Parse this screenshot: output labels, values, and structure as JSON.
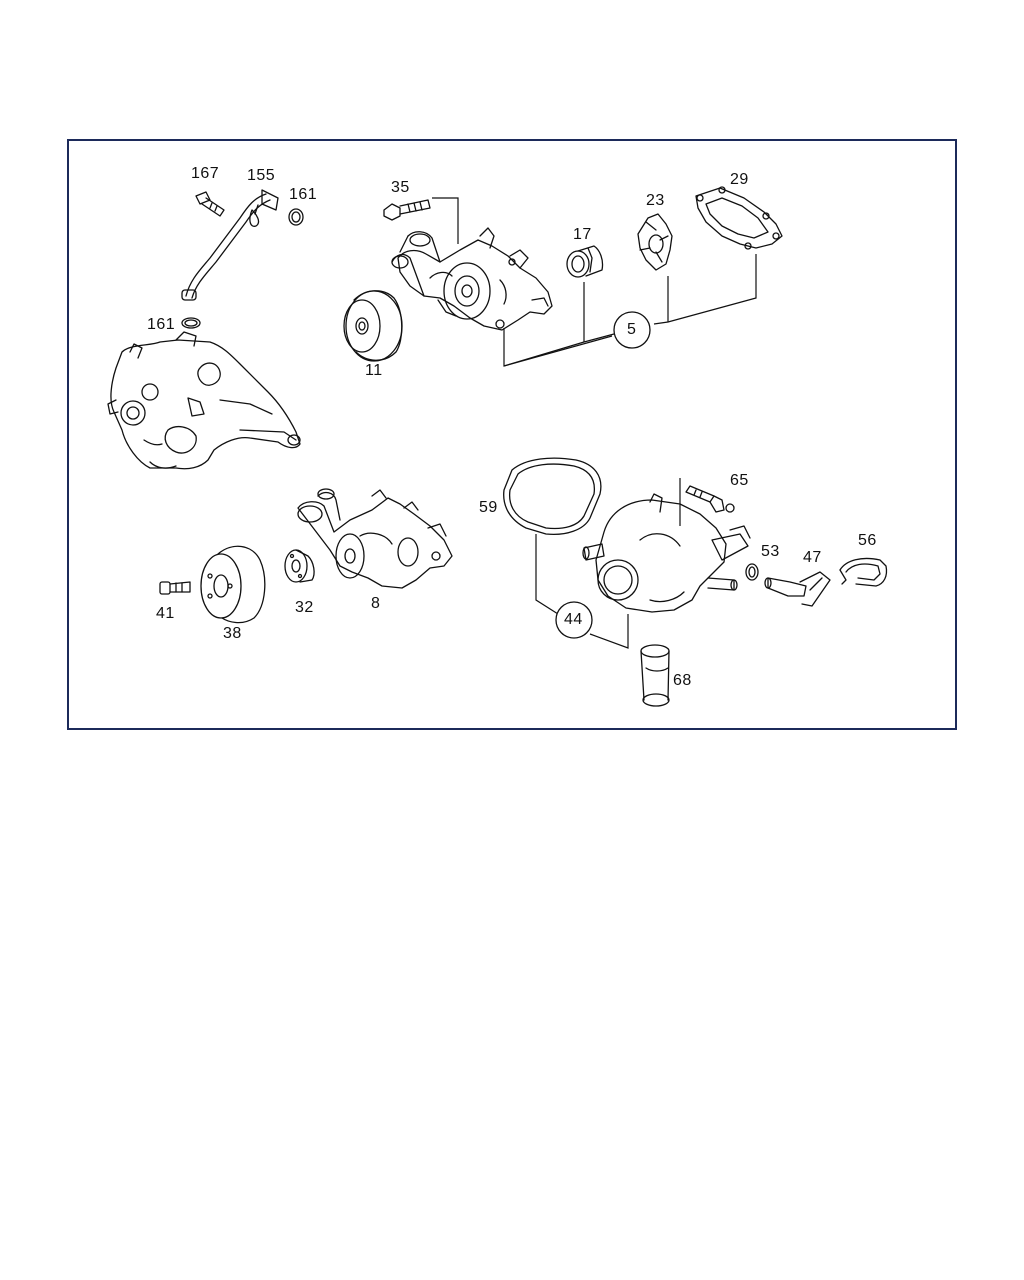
{
  "callouts": {
    "p167": "167",
    "p155": "155",
    "p161a": "161",
    "p161b": "161",
    "p35": "35",
    "p17": "17",
    "p23": "23",
    "p29": "29",
    "p11": "11",
    "p5": "5",
    "p59": "59",
    "p65": "65",
    "p53": "53",
    "p47": "47",
    "p56": "56",
    "p44": "44",
    "p68": "68",
    "p41": "41",
    "p38": "38",
    "p32": "32",
    "p8": "8"
  },
  "colors": {
    "frame": "#1c2a5a",
    "line": "#111111"
  }
}
